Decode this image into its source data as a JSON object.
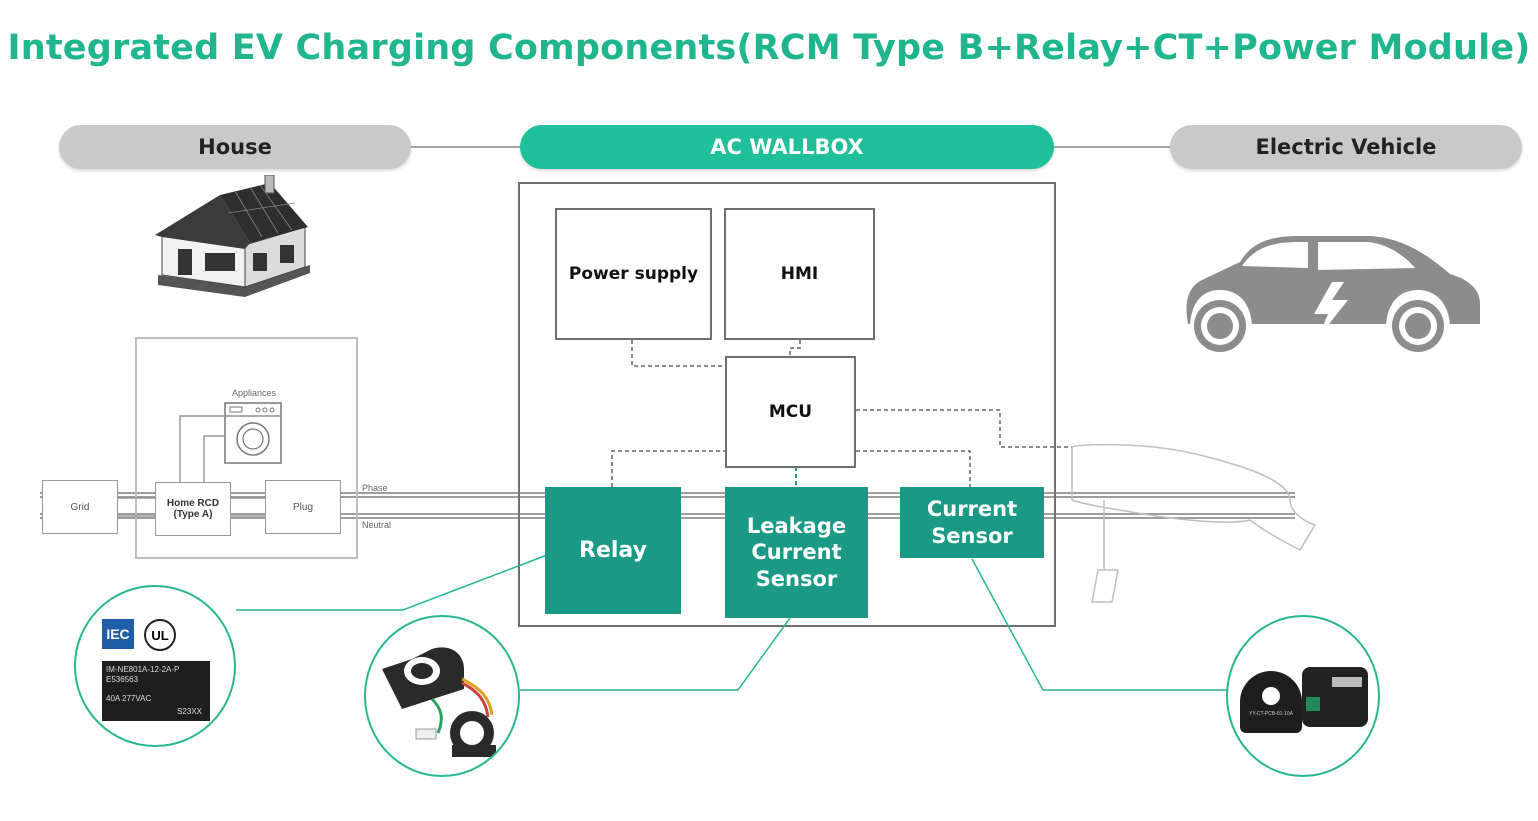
{
  "title": "Integrated EV Charging Components(RCM Type B+Relay+CT+Power Module)",
  "headers": {
    "house": "House",
    "wallbox": "AC WALLBOX",
    "vehicle": "Electric Vehicle"
  },
  "wallbox": {
    "power_supply": "Power supply",
    "hmi": "HMI",
    "mcu": "MCU",
    "relay": "Relay",
    "leakage_sensor": "Leakage Current Sensor",
    "current_sensor": "Current Sensor"
  },
  "house_panel": {
    "appliances": "Appliances",
    "grid": "Grid",
    "home_rcd": "Home RCD (Type A)",
    "plug": "Plug",
    "phase": "Phase",
    "neutral": "Neutral"
  },
  "relay_product": {
    "cert_iec": "IEC",
    "cert_ul": "UL",
    "model": "IM-NE801A-12-2A-P",
    "file_no": "E536563",
    "rating": "40A  277VAC",
    "series": "S23XX"
  },
  "ct_product": {
    "marking": "YY-CT-PCB-01-10A"
  },
  "colors": {
    "accent": "#1fb58f",
    "teal_block": "#1a9a86",
    "pill_grey": "#c9c9c9"
  }
}
